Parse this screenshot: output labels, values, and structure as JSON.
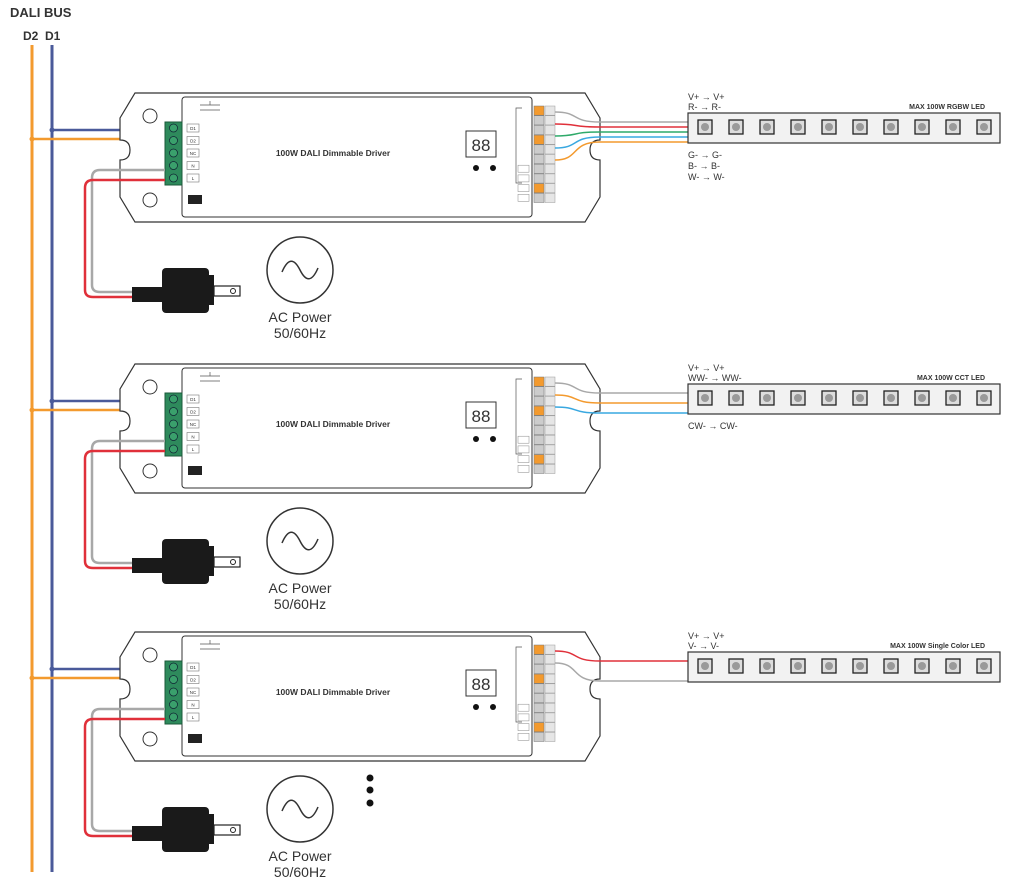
{
  "bus": {
    "title": "DALI BUS",
    "d2": "D2",
    "d1": "D1"
  },
  "colors": {
    "d2_wire": "#f39a2e",
    "d1_wire": "#4a5a9a",
    "live": "#e0303a",
    "neutral": "#a8a8a8",
    "terminal_green": "#2e8a5c",
    "plug": "#1a1a1a"
  },
  "drivers": [
    {
      "title": "100W DALI Dimmable Driver",
      "display": "88",
      "input_terminals": [
        "D1",
        "D2",
        "NC",
        "N",
        "L"
      ],
      "ac_power": "AC Power",
      "ac_freq": "50/60Hz",
      "strip_label": "MAX 100W RGBW LED",
      "wire_map_top": [
        "V+ → V+",
        "R- → R-"
      ],
      "wire_map_bottom": [
        "G- → G-",
        "B- → B-",
        "W- → W-"
      ],
      "output_wire_colors": [
        "#a8a8a8",
        "#e0303a",
        "#2faa6a",
        "#39a8e0",
        "#f39a2e"
      ]
    },
    {
      "title": "100W DALI Dimmable Driver",
      "display": "88",
      "input_terminals": [
        "D1",
        "D2",
        "NC",
        "N",
        "L"
      ],
      "ac_power": "AC Power",
      "ac_freq": "50/60Hz",
      "strip_label": "MAX 100W CCT LED",
      "wire_map_top": [
        "V+ → V+",
        "WW- → WW-"
      ],
      "wire_map_bottom": [
        "CW- → CW-"
      ],
      "output_wire_colors": [
        "#a8a8a8",
        "#f39a2e",
        "#39a8e0"
      ]
    },
    {
      "title": "100W DALI Dimmable Driver",
      "display": "88",
      "input_terminals": [
        "D1",
        "D2",
        "NC",
        "N",
        "L"
      ],
      "ac_power": "AC Power",
      "ac_freq": "50/60Hz",
      "strip_label": "MAX 100W Single Color LED",
      "wire_map_top": [
        "V+ → V+",
        "V- → V-"
      ],
      "wire_map_bottom": [],
      "output_wire_colors": [
        "#e0303a",
        "#a8a8a8"
      ]
    }
  ]
}
